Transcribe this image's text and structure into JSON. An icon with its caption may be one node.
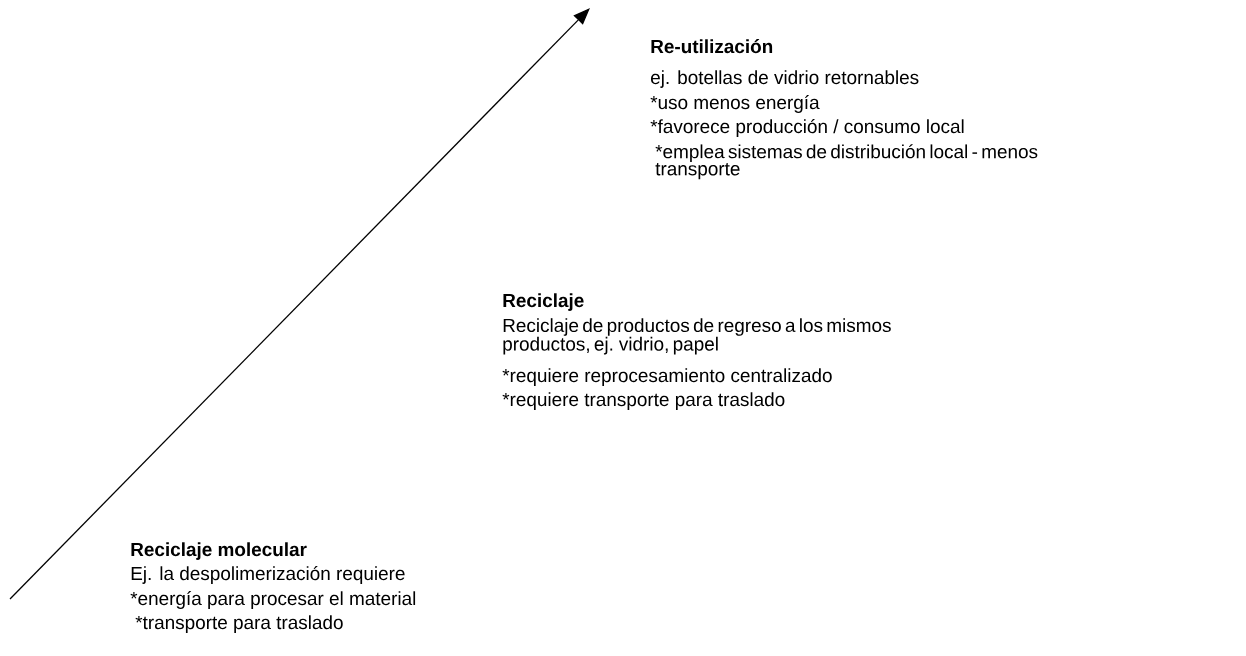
{
  "diagram": {
    "labels": [
      "Re-utilización",
      "ej. botellas de vidrio retornables",
      "*uso menos energía",
      "*favorece producción / consumo local",
      "*emplea sistemas de distribución local - menos transporte",
      "Reciclaje",
      "Reciclaje de productos de regreso a los mismos productos, ej. vidrio, papel",
      "*requiere reprocesamiento centralizado",
      "*requiere transporte para traslado",
      "Reciclaje molecular",
      "Ej. la despolimerización requiere",
      "*energía para procesar el material",
      "*transporte para traslado"
    ]
  }
}
